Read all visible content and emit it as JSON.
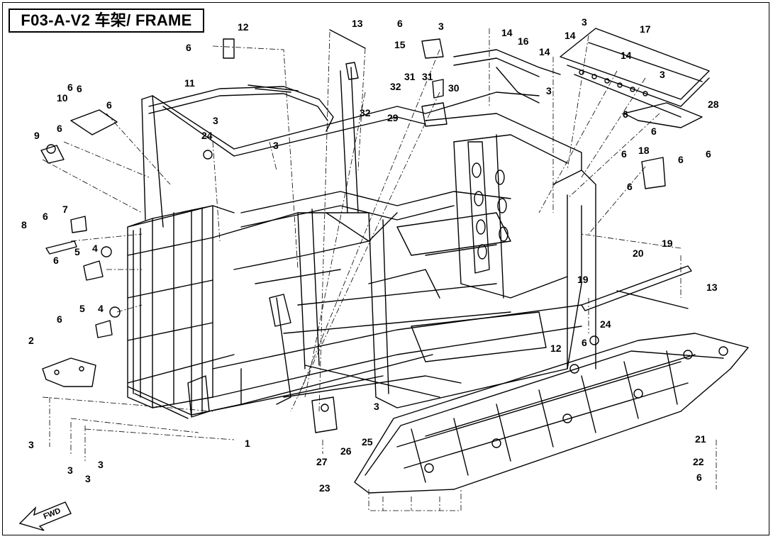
{
  "title": "F03-A-V2 车架/ FRAME",
  "fwd_label": "FWD",
  "colors": {
    "line": "#000000",
    "background": "#ffffff"
  },
  "callouts": [
    {
      "id": "c1",
      "label": "1"
    },
    {
      "id": "c2",
      "label": "2"
    },
    {
      "id": "c3a",
      "label": "3"
    },
    {
      "id": "c3b",
      "label": "3"
    },
    {
      "id": "c3c",
      "label": "3"
    },
    {
      "id": "c3d",
      "label": "3"
    },
    {
      "id": "c3e",
      "label": "3"
    },
    {
      "id": "c3f",
      "label": "3"
    },
    {
      "id": "c3g",
      "label": "3"
    },
    {
      "id": "c3h",
      "label": "3"
    },
    {
      "id": "c3i",
      "label": "3"
    },
    {
      "id": "c3j",
      "label": "3"
    },
    {
      "id": "c3k",
      "label": "3"
    },
    {
      "id": "c4a",
      "label": "4"
    },
    {
      "id": "c4b",
      "label": "4"
    },
    {
      "id": "c5a",
      "label": "5"
    },
    {
      "id": "c5b",
      "label": "5"
    },
    {
      "id": "c6a",
      "label": "6"
    },
    {
      "id": "c6b",
      "label": "6"
    },
    {
      "id": "c6c",
      "label": "6"
    },
    {
      "id": "c6d",
      "label": "6"
    },
    {
      "id": "c6e",
      "label": "6"
    },
    {
      "id": "c6f",
      "label": "6"
    },
    {
      "id": "c6g",
      "label": "6"
    },
    {
      "id": "c6h",
      "label": "6"
    },
    {
      "id": "c6i",
      "label": "6"
    },
    {
      "id": "c6j",
      "label": "6"
    },
    {
      "id": "c6k",
      "label": "6"
    },
    {
      "id": "c6l",
      "label": "6"
    },
    {
      "id": "c6m",
      "label": "6"
    },
    {
      "id": "c6n",
      "label": "6"
    },
    {
      "id": "c6o",
      "label": "6"
    },
    {
      "id": "c6p",
      "label": "6"
    },
    {
      "id": "c6q",
      "label": "6"
    },
    {
      "id": "c7",
      "label": "7"
    },
    {
      "id": "c8",
      "label": "8"
    },
    {
      "id": "c9",
      "label": "9"
    },
    {
      "id": "c10",
      "label": "10"
    },
    {
      "id": "c11",
      "label": "11"
    },
    {
      "id": "c12a",
      "label": "12"
    },
    {
      "id": "c12b",
      "label": "12"
    },
    {
      "id": "c13a",
      "label": "13"
    },
    {
      "id": "c13b",
      "label": "13"
    },
    {
      "id": "c14a",
      "label": "14"
    },
    {
      "id": "c14b",
      "label": "14"
    },
    {
      "id": "c14c",
      "label": "14"
    },
    {
      "id": "c14d",
      "label": "14"
    },
    {
      "id": "c15",
      "label": "15"
    },
    {
      "id": "c16",
      "label": "16"
    },
    {
      "id": "c17",
      "label": "17"
    },
    {
      "id": "c18",
      "label": "18"
    },
    {
      "id": "c19a",
      "label": "19"
    },
    {
      "id": "c19b",
      "label": "19"
    },
    {
      "id": "c20",
      "label": "20"
    },
    {
      "id": "c21",
      "label": "21"
    },
    {
      "id": "c22",
      "label": "22"
    },
    {
      "id": "c23",
      "label": "23"
    },
    {
      "id": "c24a",
      "label": "24"
    },
    {
      "id": "c24b",
      "label": "24"
    },
    {
      "id": "c25",
      "label": "25"
    },
    {
      "id": "c26",
      "label": "26"
    },
    {
      "id": "c27",
      "label": "27"
    },
    {
      "id": "c28",
      "label": "28"
    },
    {
      "id": "c29",
      "label": "29"
    },
    {
      "id": "c30",
      "label": "30"
    },
    {
      "id": "c31a",
      "label": "31"
    },
    {
      "id": "c31b",
      "label": "31"
    },
    {
      "id": "c32a",
      "label": "32"
    },
    {
      "id": "c32b",
      "label": "32"
    }
  ]
}
